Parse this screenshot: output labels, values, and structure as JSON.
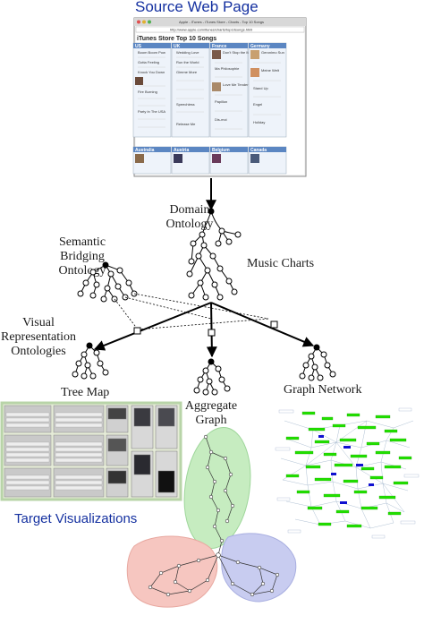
{
  "title": "Source Web Page",
  "browser": {
    "window_title": "Apple - iTunes - iTunes Store - Charts - Top 10 Songs",
    "url": "http://www.apple.com/itunes/charts/top10songs.html",
    "page_heading": "iTunes Store Top 10 Songs",
    "country_columns": [
      "US",
      "UK",
      "France",
      "Germany"
    ],
    "bottom_columns": [
      "Australia",
      "Austria",
      "Belgium",
      "Canada"
    ],
    "us_songs": [
      "Boom Boom Pow",
      "Gotta Feeling",
      "Knock You Down",
      "Fire Burning",
      "Party In The USA"
    ],
    "uk_songs": [
      "Wedding Love",
      "Run the World",
      "Gimme More",
      "Speechless",
      "Release Me"
    ],
    "france_songs": [
      "Don't Stop the Music",
      "Ma Philosophie",
      "Love Me Tender",
      "Papillon",
      "Dis-moi"
    ],
    "germany_songs": [
      "Geronimo Sun",
      "Meine Welt",
      "Stand Up",
      "Engel",
      "Holiday"
    ]
  },
  "labels": {
    "domain_ontology": [
      "Domain",
      "Ontology"
    ],
    "music_charts": "Music Charts",
    "semantic_bridging": [
      "Semantic",
      "Bridging",
      "Ontology"
    ],
    "visual_representation": [
      "Visual",
      "Representation",
      "Ontologies"
    ],
    "tree_map": "Tree Map",
    "aggregate_graph": [
      "Aggregate",
      "Graph"
    ],
    "graph_network": "Graph Network",
    "target_visualizations": "Target Visualizations"
  },
  "colors": {
    "title_blue": "#1430a0",
    "browser_header_blue": "#5b86c2",
    "graph_green": "#22e000",
    "graph_blue": "#1010d0",
    "blob_green": "#c6ecc0",
    "blob_red": "#f6c6c0",
    "blob_blue": "#c8ccf0",
    "treemap_border": "#b8d4a8"
  }
}
